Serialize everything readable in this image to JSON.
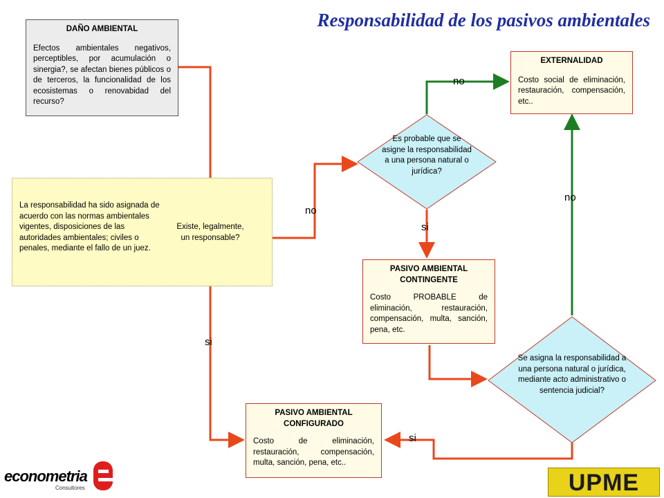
{
  "title": "Responsabilidad de los pasivos ambientales",
  "colors": {
    "title": "#1f2fa0",
    "red_arrow": "#e8481c",
    "green_arrow": "#1e7d24",
    "diamond_fill": "#c9f1f7"
  },
  "dano": {
    "heading": "DAÑO AMBIENTAL",
    "body": "Efectos ambientales negativos, perceptibles, por acumulación o sinergia?, se afectan bienes públicos  o de terceros, la funcionalidad de los ecosistemas o renovabidad del recurso?"
  },
  "note": "La responsabilidad ha sido asignada de acuerdo con las normas ambientales vigentes, disposiciones de las autoridades ambientales; civiles o penales, mediante el fallo de un juez.",
  "decision_existe": "Existe, legalmente, un responsable?",
  "decision_probable": "Es probable que se asigne la responsabilidad a una persona natural o jurídica?",
  "decision_asigna": "Se asigna la responsabilidad a una persona natural  o jurídica, mediante acto  administrativo o sentencia  judicial?",
  "externalidad": {
    "heading": "EXTERNALIDAD",
    "body": "Costo social de eliminación, restauración, compensación, etc.."
  },
  "contingente": {
    "heading": "PASIVO AMBIENTAL CONTINGENTE",
    "body": "Costo PROBABLE de eliminación, restauración, compensación, multa, sanción, pena, etc."
  },
  "configurado": {
    "heading": "PASIVO AMBIENTAL CONFIGURADO",
    "body": "Costo de eliminación, restauración, compensación, multa, sanción, pena, etc.."
  },
  "labels": {
    "no_existe": "no",
    "si_existe": "si",
    "no_probable": "no",
    "si_probable": "si",
    "no_asigna": "no",
    "si_asigna": "si"
  },
  "logos": {
    "econometria": "econometria",
    "econometria_sub": "Consultores",
    "upme": "UPME"
  }
}
